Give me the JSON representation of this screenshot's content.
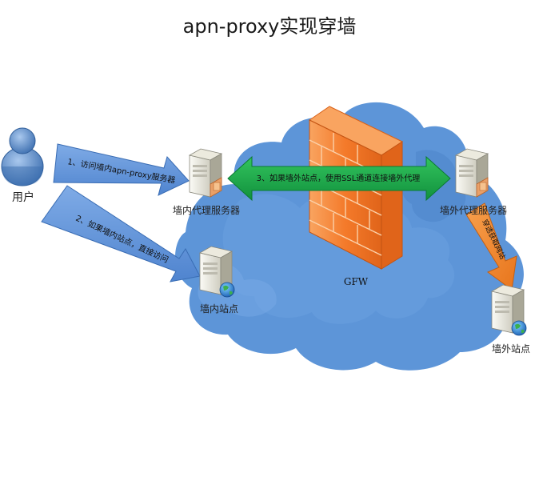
{
  "title": "apn-proxy实现穿墙",
  "nodes": {
    "user": {
      "label": "用户",
      "icon": "user-icon"
    },
    "inner_proxy": {
      "label": "墙内代理服务器",
      "icon": "server-icon"
    },
    "inner_site": {
      "label": "墙内站点",
      "icon": "web-server-icon"
    },
    "gfw": {
      "label": "GFW",
      "icon": "firewall-icon"
    },
    "outer_proxy": {
      "label": "墙外代理服务器",
      "icon": "server-icon"
    },
    "outer_site": {
      "label": "墙外站点",
      "icon": "web-server-icon"
    }
  },
  "edges": {
    "user_to_proxy": {
      "label": "1、访问墙内apn-proxy服务器",
      "color": "#5b8fd6"
    },
    "user_to_inner_site": {
      "label": "2、如果墙内站点，直接访问",
      "color": "#5b8fd6"
    },
    "proxy_to_outer_proxy": {
      "label": "3、如果墙外站点，使用SSL通道连接墙外代理",
      "color": "#1aa84a"
    },
    "outer_proxy_to_site": {
      "label": "穿透获取网站",
      "color": "#f08a2c"
    }
  },
  "colors": {
    "cloud": "#5a93d6",
    "firewall": "#f47a2a"
  }
}
